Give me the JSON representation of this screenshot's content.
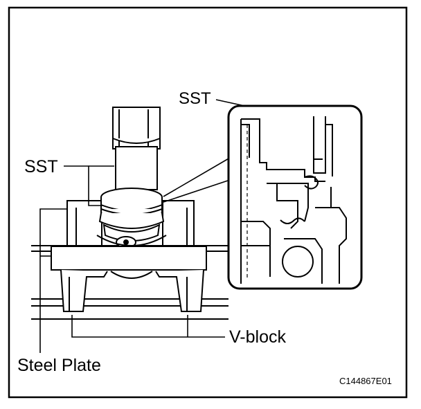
{
  "labels": {
    "sst_top": "SST",
    "sst_left": "SST",
    "v_block": "V-block",
    "steel_plate": "Steel Plate",
    "figure_code": "C144867E01"
  }
}
